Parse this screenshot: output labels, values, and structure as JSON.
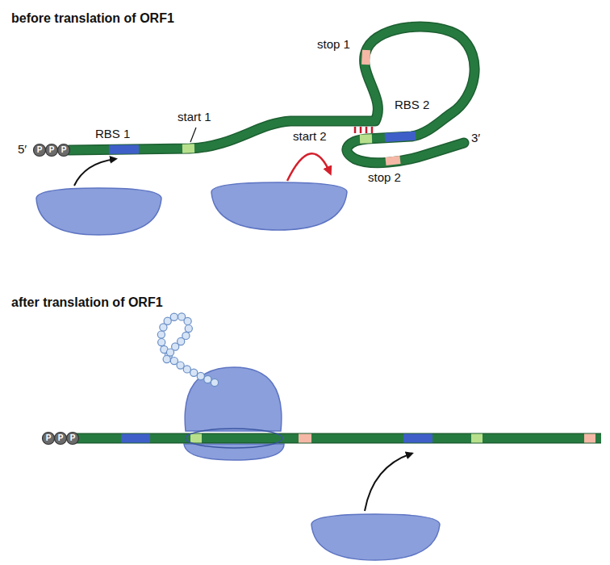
{
  "diagram": {
    "labels": [
      "before translation of ORF1",
      "stop 1",
      "RBS 1",
      "start 1",
      "5′",
      "P",
      "P",
      "P",
      "start 2",
      "RBS 2",
      "stop 2",
      "3′",
      "after translation of ORF1",
      "P",
      "P",
      "P"
    ]
  }
}
